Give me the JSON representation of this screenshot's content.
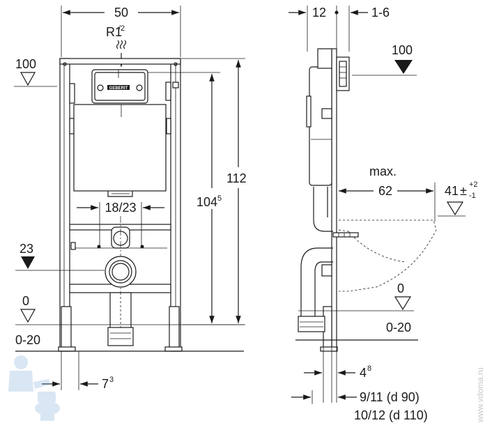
{
  "front_view": {
    "width": "50",
    "inlet_base": "R1",
    "inlet_frac": "/2",
    "level_100": "100",
    "level_23": "23",
    "level_0": "0",
    "floor_range": "0-20",
    "height_total": "112",
    "height_inner": "104",
    "height_inner_sup": "5",
    "support_spacing": "18/23",
    "foot_offset": "7",
    "foot_offset_sup": "3",
    "brand": "GEBERIT"
  },
  "side_view": {
    "depth": "12",
    "plate_offset": "1-6",
    "level_100": "100",
    "max_label": "max.",
    "projection": "62",
    "bowl_height": "41",
    "bowl_tol_plus": "+2",
    "bowl_tol_minus": "-1",
    "bowl_pm": "±",
    "level_0": "0",
    "floor_range": "0-20",
    "frame_offset": "4",
    "frame_offset_sup": "8",
    "pipe_90": "9/11 (d 90)",
    "pipe_110": "10/12 (d 110)"
  },
  "watermark": {
    "site": "www.vdoma.ru"
  }
}
